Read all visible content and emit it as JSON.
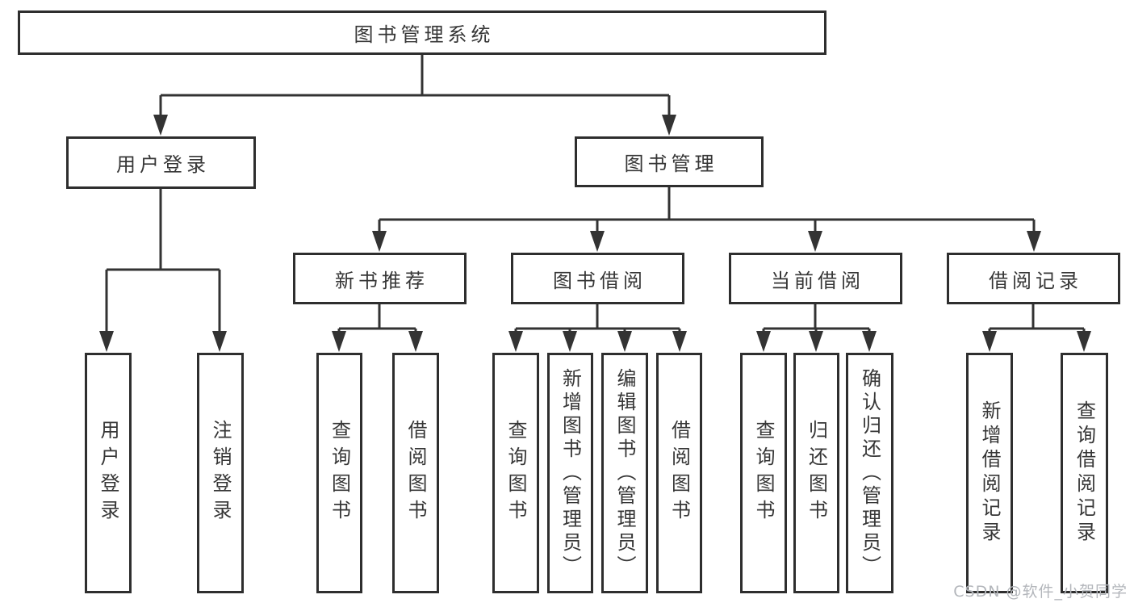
{
  "diagram": {
    "root": "图书管理系统",
    "level1": {
      "user_login": "用户登录",
      "book_mgmt": "图书管理"
    },
    "level2": {
      "new_book_rec": "新书推荐",
      "book_borrow": "图书借阅",
      "current_borrow": "当前借阅",
      "borrow_records": "借阅记录"
    },
    "leaves": {
      "ul_login": "用户登录",
      "ul_logout": "注销登录",
      "nb_query": "查询图书",
      "nb_borrow": "借阅图书",
      "bb_query": "查询图书",
      "bb_add": "新增图书（管理员）",
      "bb_edit": "编辑图书（管理员）",
      "bb_borrow": "借阅图书",
      "cb_query": "查询图书",
      "cb_return": "归还图书",
      "cb_confirm": "确认归还（管理员）",
      "br_add": "新增借阅记录",
      "br_query": "查询借阅记录"
    }
  },
  "watermark": {
    "text": "CSDN @软件_小贺同学",
    "color": "#b3b6bb"
  },
  "colors": {
    "border": "#2e2e2e",
    "line": "#333333",
    "text": "#363636",
    "background": "#ffffff"
  }
}
